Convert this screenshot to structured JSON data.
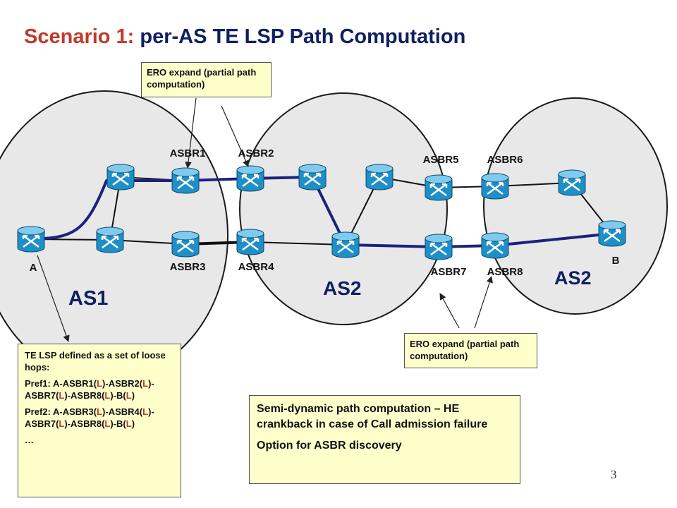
{
  "slide": {
    "title_prefix": "Scenario 1:",
    "title_rest": " per-AS TE LSP Path Computation",
    "page_number": "3"
  },
  "domains": [
    {
      "id": "as1",
      "label": "AS1"
    },
    {
      "id": "as2-middle",
      "label": "AS2"
    },
    {
      "id": "as2-right",
      "label": "AS2"
    }
  ],
  "nodes": [
    {
      "id": "A",
      "label": "A"
    },
    {
      "id": "r-as1-top",
      "label": ""
    },
    {
      "id": "r-as1-mid",
      "label": ""
    },
    {
      "id": "ASBR1",
      "label": "ASBR1"
    },
    {
      "id": "ASBR3",
      "label": "ASBR3"
    },
    {
      "id": "ASBR2",
      "label": "ASBR2"
    },
    {
      "id": "ASBR4",
      "label": "ASBR4"
    },
    {
      "id": "r-as2-top1",
      "label": ""
    },
    {
      "id": "r-as2-top2",
      "label": ""
    },
    {
      "id": "r-as2-bottom",
      "label": ""
    },
    {
      "id": "ASBR5",
      "label": "ASBR5"
    },
    {
      "id": "ASBR7",
      "label": "ASBR7"
    },
    {
      "id": "ASBR6",
      "label": "ASBR6"
    },
    {
      "id": "ASBR8",
      "label": "ASBR8"
    },
    {
      "id": "r-as3-top",
      "label": ""
    },
    {
      "id": "B",
      "label": "B"
    }
  ],
  "links": [
    {
      "from": "A",
      "to": "r-as1-mid"
    },
    {
      "from": "r-as1-mid",
      "to": "r-as1-top"
    },
    {
      "from": "r-as1-top",
      "to": "ASBR1"
    },
    {
      "from": "r-as1-mid",
      "to": "ASBR3"
    },
    {
      "from": "ASBR1",
      "to": "ASBR2"
    },
    {
      "from": "ASBR3",
      "to": "ASBR4"
    },
    {
      "from": "ASBR2",
      "to": "r-as2-top1"
    },
    {
      "from": "ASBR4",
      "to": "r-as2-bottom"
    },
    {
      "from": "r-as2-top1",
      "to": "r-as2-bottom"
    },
    {
      "from": "r-as2-bottom",
      "to": "r-as2-top2"
    },
    {
      "from": "r-as2-top2",
      "to": "ASBR5"
    },
    {
      "from": "r-as2-bottom",
      "to": "ASBR7"
    },
    {
      "from": "ASBR5",
      "to": "ASBR6"
    },
    {
      "from": "ASBR7",
      "to": "ASBR8"
    },
    {
      "from": "ASBR6",
      "to": "r-as3-top"
    },
    {
      "from": "r-as3-top",
      "to": "B"
    },
    {
      "from": "ASBR8",
      "to": "B"
    }
  ],
  "lsp_path": [
    "A",
    "r-as1-top",
    "ASBR1",
    "ASBR2",
    "r-as2-top1",
    "r-as2-bottom",
    "ASBR7",
    "ASBR8",
    "B"
  ],
  "callouts": {
    "ero_top": "ERO expand (partial path computation)",
    "ero_bottom": "ERO expand (partial path computation)",
    "lsp": {
      "intro": "TE LSP defined as a set of loose hops:",
      "pref1": [
        {
          "t": "Pref1: A-ASBR1("
        },
        {
          "t": "L",
          "red": true
        },
        {
          "t": ")-ASBR2("
        },
        {
          "t": "L",
          "red": true
        },
        {
          "t": ")-ASBR7("
        },
        {
          "t": "L",
          "red": true
        },
        {
          "t": ")-ASBR8("
        },
        {
          "t": "L",
          "red": true
        },
        {
          "t": ")-B("
        },
        {
          "t": "L",
          "red": true
        },
        {
          "t": ")"
        }
      ],
      "pref2": [
        {
          "t": "Pref2: A-ASBR3("
        },
        {
          "t": "L",
          "red": true
        },
        {
          "t": ")-ASBR4("
        },
        {
          "t": "L",
          "red": true
        },
        {
          "t": ")-ASBR7("
        },
        {
          "t": "L",
          "red": true
        },
        {
          "t": ")-ASBR8("
        },
        {
          "t": "L",
          "red": true
        },
        {
          "t": ")-B("
        },
        {
          "t": "L",
          "red": true
        },
        {
          "t": ")"
        }
      ],
      "ellipsis": "…"
    },
    "semi": {
      "line1": "Semi-dynamic path computation – HE crankback in case of Call admission failure",
      "line2": "Option for ASBR discovery"
    }
  },
  "colors": {
    "title_prefix": "#c0392b",
    "title_main": "#0f2060",
    "domain_fill": "#e8e8e8",
    "router_fill": "#1f8fc8",
    "router_top": "#7fcbf0",
    "lsp_path": "#1a237e",
    "callout_fill": "#ffffcc",
    "loose_hop": "#c0392b"
  }
}
